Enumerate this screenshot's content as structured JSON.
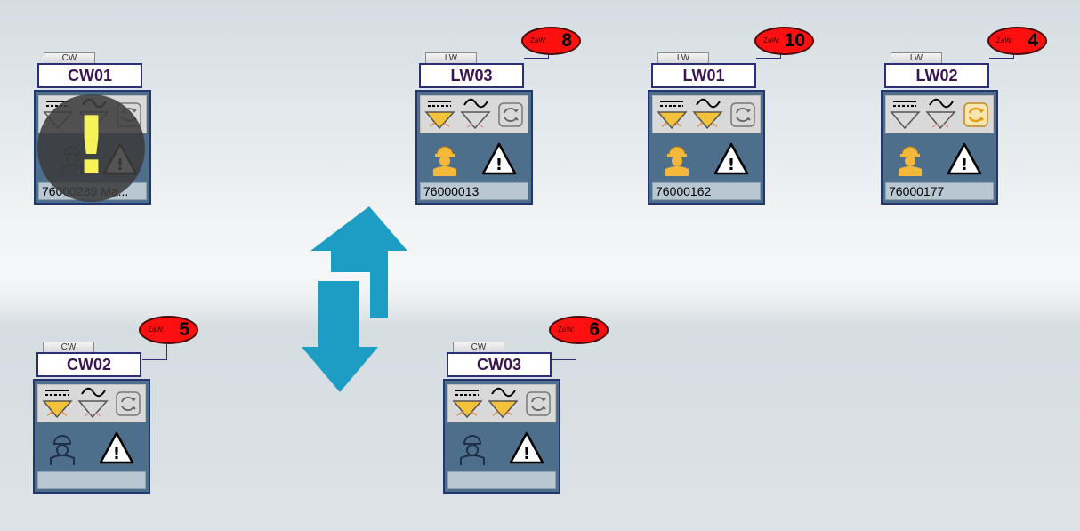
{
  "colors": {
    "badge": "#ff1010",
    "panel": "#4e6f8c",
    "border": "#2b2f7a",
    "arrow": "#1e9dc4",
    "warning_yellow": "#f7f25a"
  },
  "icons": {
    "flow_direction": "transfer-arrows-icon",
    "dc": "dc-current-icon",
    "ac": "ac-current-icon",
    "cycle": "cycle-icon",
    "worker": "worker-icon",
    "alert": "warning-triangle-icon",
    "overlay": "warning-overlay-icon"
  },
  "stations": [
    {
      "key": "cw01",
      "type": "CW",
      "name": "CW01",
      "id": "76000289 Ma...",
      "counter": null,
      "state": "alarm"
    },
    {
      "key": "lw03",
      "type": "LW",
      "name": "LW03",
      "id": "76000013",
      "counter": {
        "label": "ZaW:",
        "value": "8"
      },
      "state": "worker"
    },
    {
      "key": "lw01",
      "type": "LW",
      "name": "LW01",
      "id": "76000162",
      "counter": {
        "label": "ZaW:",
        "value": "10"
      },
      "state": "worker"
    },
    {
      "key": "lw02",
      "type": "LW",
      "name": "LW02",
      "id": "76000177",
      "counter": {
        "label": "ZaW:",
        "value": "4"
      },
      "state": "worker-cycle"
    },
    {
      "key": "cw02",
      "type": "CW",
      "name": "CW02",
      "id": "",
      "counter": {
        "label": "ZaW:",
        "value": "5"
      },
      "state": "idle"
    },
    {
      "key": "cw03",
      "type": "CW",
      "name": "CW03",
      "id": "",
      "counter": {
        "label": "ZaW:",
        "value": "6"
      },
      "state": "idle"
    }
  ]
}
